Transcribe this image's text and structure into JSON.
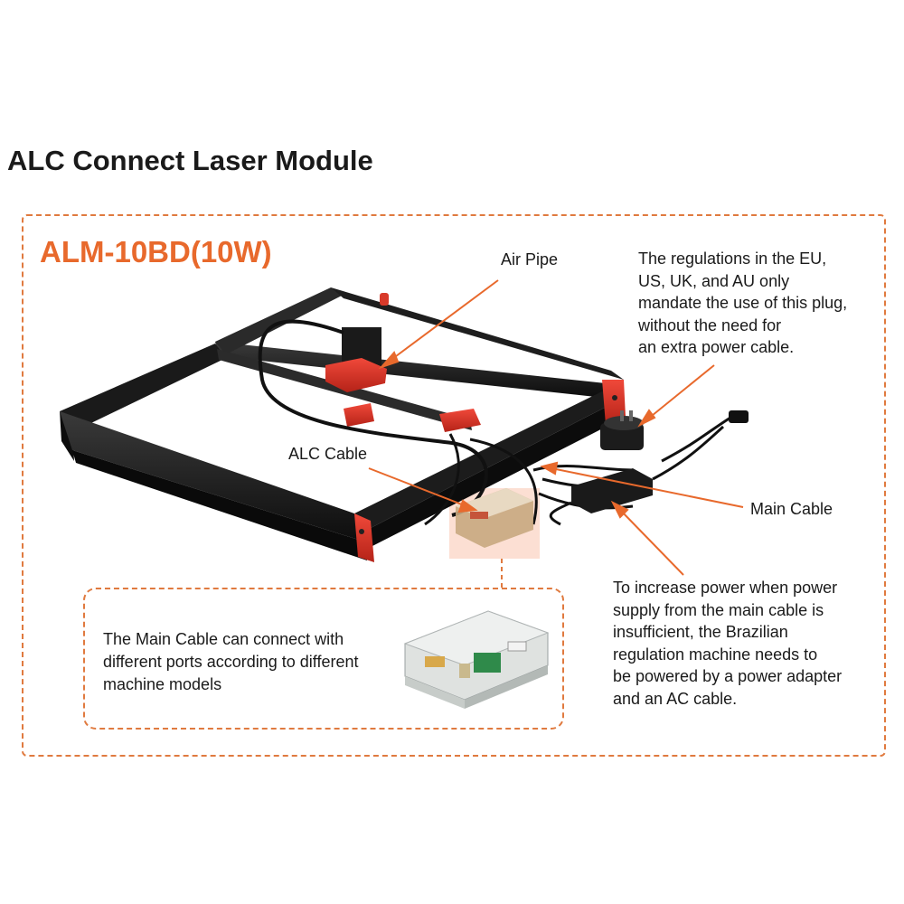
{
  "title": "ALC Connect Laser Module",
  "model": "ALM-10BD(10W)",
  "labels": {
    "air_pipe": "Air Pipe",
    "alc_cable": "ALC Cable",
    "main_cable": "Main Cable"
  },
  "notes": {
    "plug": "The regulations in the EU,\nUS, UK, and AU only\nmandate the use of this plug,\nwithout the need for\nan extra power cable.",
    "adapter": "To increase power when power\nsupply from the main cable is\ninsufficient, the Brazilian\nregulation machine needs to\nbe powered by a power adapter\nand an AC cable.",
    "main_cable_ports": "The Main Cable can connect with\ndifferent ports according to different\nmachine models"
  },
  "colors": {
    "accent": "#e8692c",
    "frame": "#1c1c1c",
    "red_part": "#d83a2a"
  }
}
